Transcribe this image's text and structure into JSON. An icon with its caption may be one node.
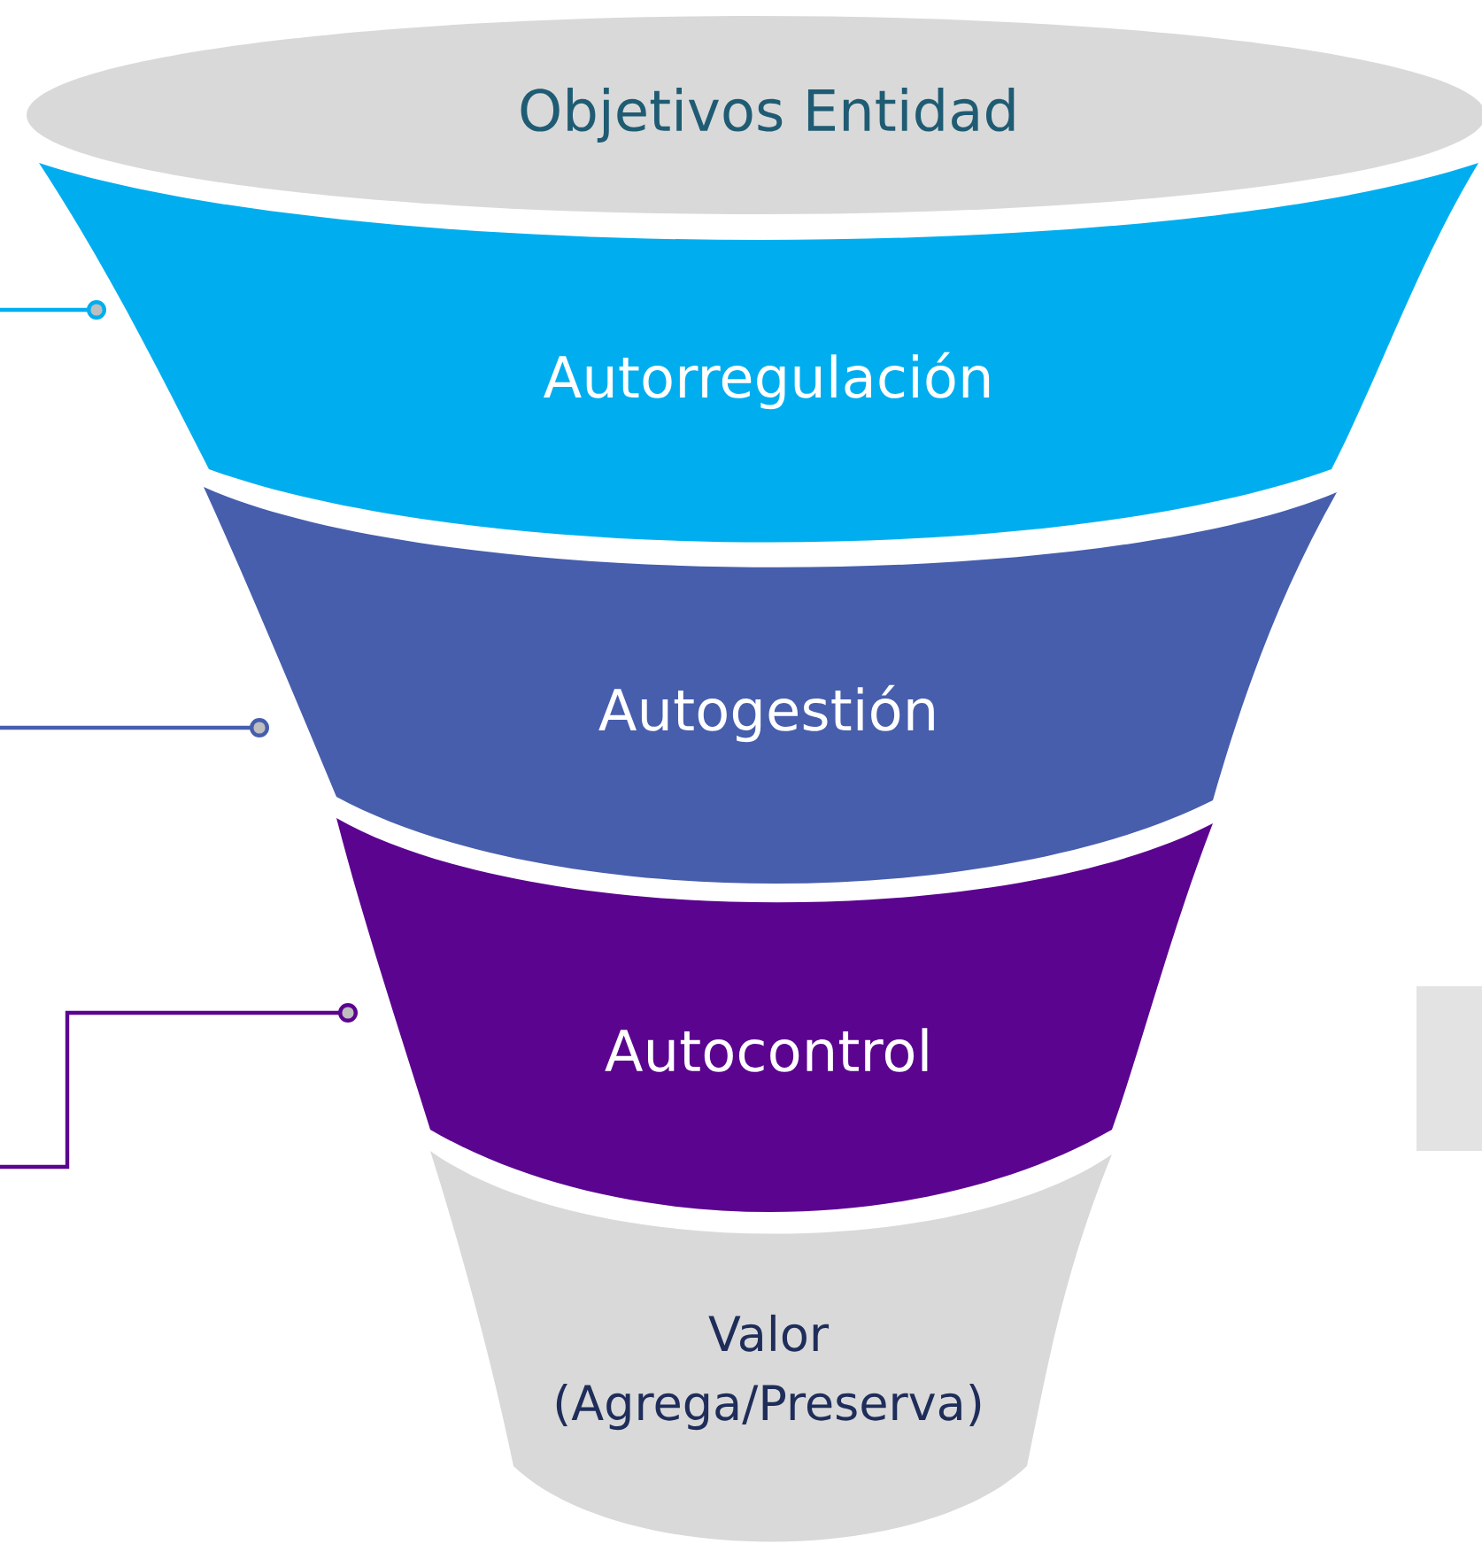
{
  "diagram": {
    "nodes": [
      {
        "text": [
          "Objetivos Entidad"
        ]
      },
      {
        "text": [
          "Autorregulación"
        ]
      },
      {
        "text": [
          "Autogestión"
        ]
      },
      {
        "text": [
          "Autocontrol"
        ]
      },
      {
        "text": [
          "Valor (Agrega/Preserva)"
        ]
      },
      {
        "text": [],
        "shape": "box"
      }
    ],
    "edges": [
      {
        "from": null,
        "to": 1,
        "arrow": "other",
        "color": "#00aeef"
      },
      {
        "from": null,
        "to": 2,
        "arrow": "other",
        "color": "#475ead"
      },
      {
        "from": null,
        "to": 3,
        "arrow": "other",
        "color": "#5b0490"
      }
    ]
  }
}
